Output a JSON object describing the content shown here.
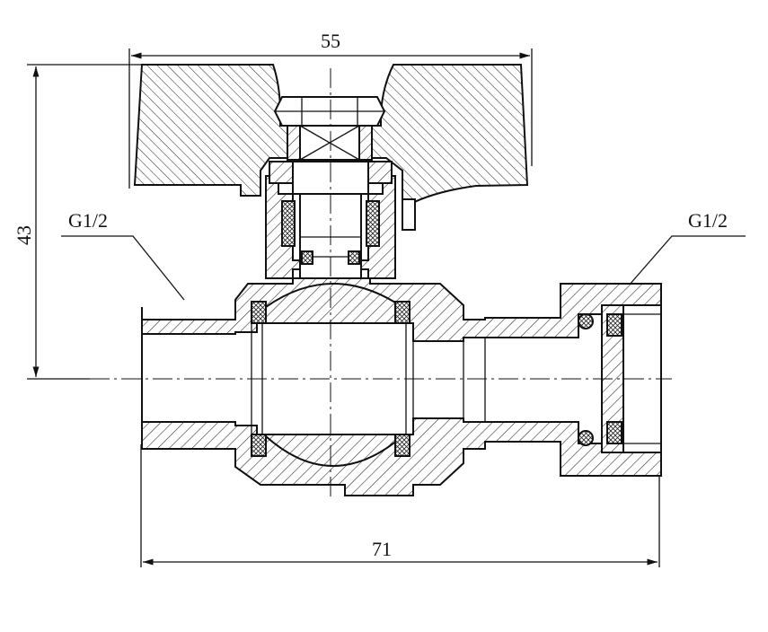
{
  "dimensions": {
    "top_width": "55",
    "height": "43",
    "bottom_length": "71"
  },
  "labels": {
    "left_thread": "G1/2",
    "right_thread": "G1/2"
  }
}
